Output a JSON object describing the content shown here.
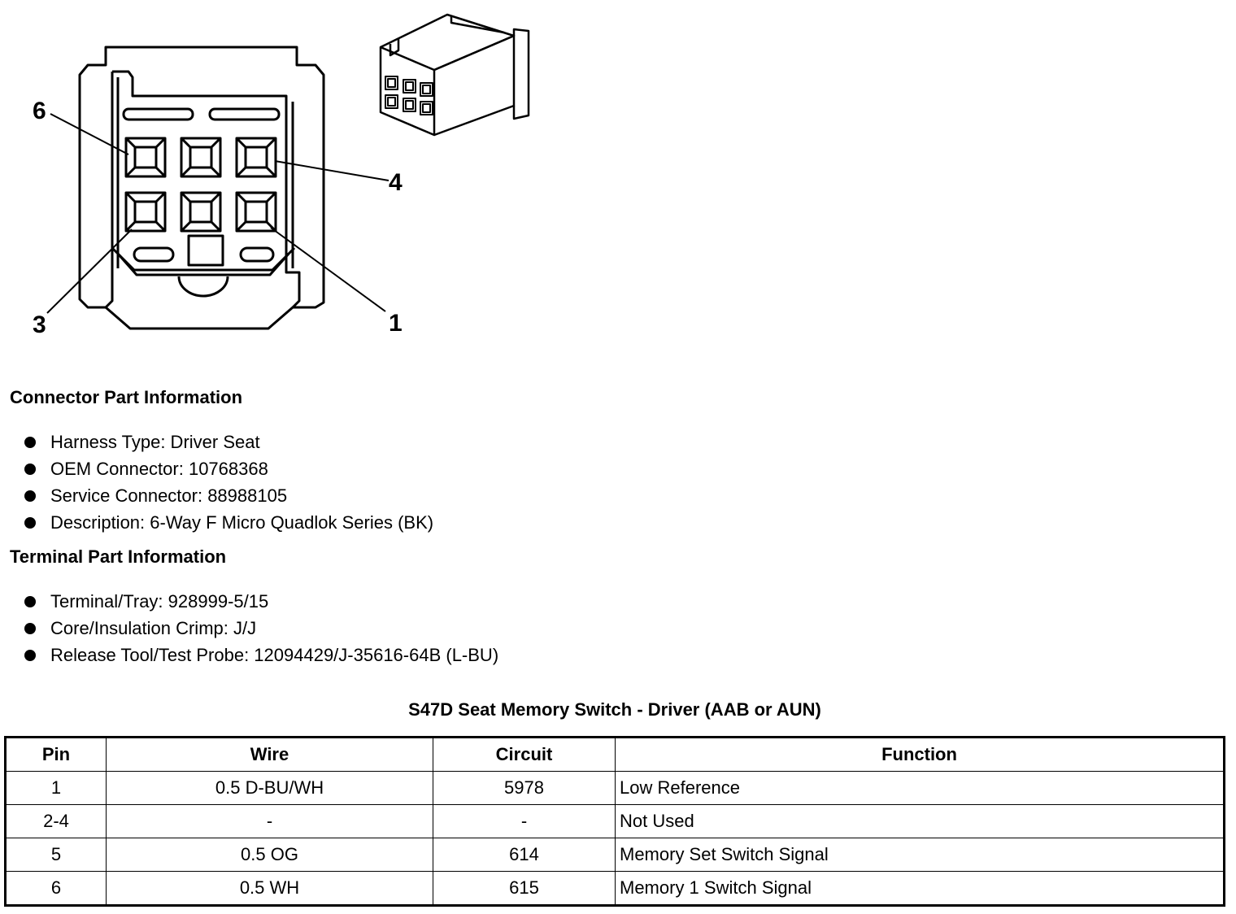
{
  "pin_callouts": [
    "6",
    "4",
    "3",
    "1"
  ],
  "connector_info": {
    "heading": "Connector Part Information",
    "items": [
      "Harness Type: Driver Seat",
      "OEM Connector: 10768368",
      "Service Connector: 88988105",
      "Description: 6-Way F Micro Quadlok Series (BK)"
    ]
  },
  "terminal_info": {
    "heading": "Terminal Part Information",
    "items": [
      "Terminal/Tray: 928999-5/15",
      "Core/Insulation Crimp: J/J",
      "Release Tool/Test Probe: 12094429/J-35616-64B (L-BU)"
    ]
  },
  "table": {
    "title": "S47D Seat Memory Switch - Driver (AAB or AUN)",
    "headers": [
      "Pin",
      "Wire",
      "Circuit",
      "Function"
    ],
    "rows": [
      [
        "1",
        "0.5 D-BU/WH",
        "5978",
        "Low Reference"
      ],
      [
        "2-4",
        "-",
        "-",
        "Not Used"
      ],
      [
        "5",
        "0.5 OG",
        "614",
        "Memory Set Switch Signal"
      ],
      [
        "6",
        "0.5 WH",
        "615",
        "Memory 1 Switch Signal"
      ]
    ]
  }
}
